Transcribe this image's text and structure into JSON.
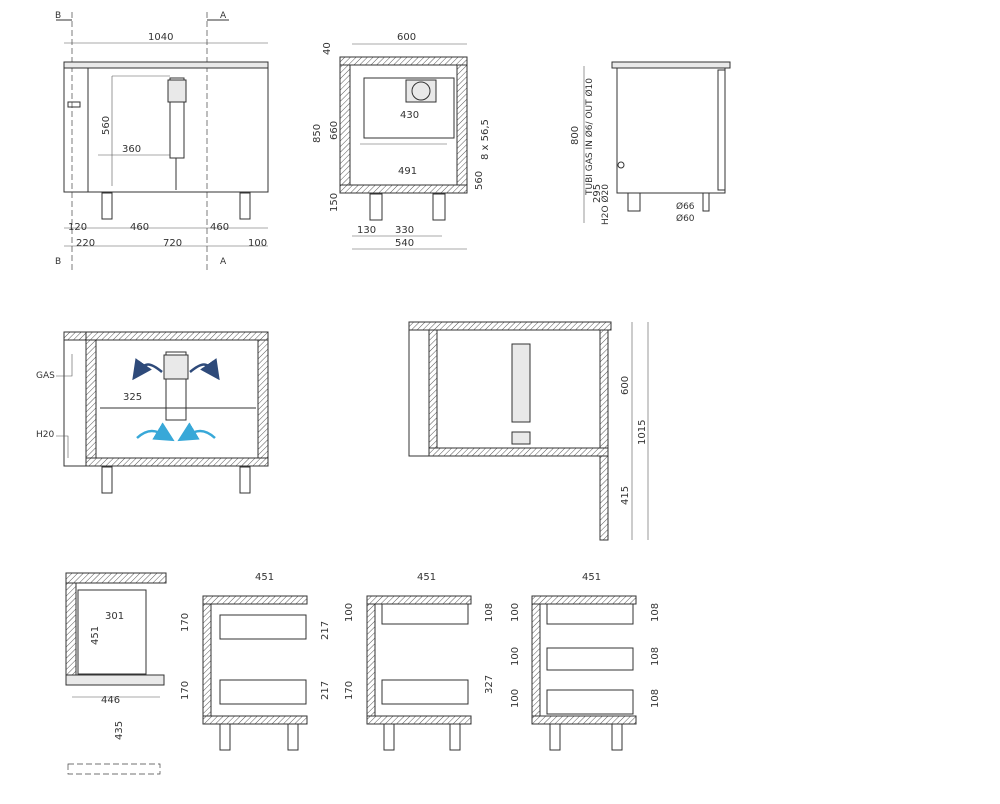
{
  "sections": {
    "a": "A",
    "b": "B"
  },
  "front": {
    "width": "1040",
    "depth": "560",
    "shelf": "360",
    "leg_h": "120",
    "leg1": "460",
    "leg2": "460",
    "b1": "220",
    "b2": "720",
    "b3": "100"
  },
  "side": {
    "width": "600",
    "top": "40",
    "h1": "850",
    "h2": "660",
    "unit": "430",
    "shelves": "8 x 56,5",
    "inner_h": "560",
    "inner_w": "491",
    "base": "150",
    "legsp": "130",
    "legsp2": "330",
    "total": "540"
  },
  "back": {
    "h": "800",
    "gas": "TUBI GAS IN Ø6/ OUT Ø10",
    "water": "H2O Ø20",
    "wh": "295",
    "d1": "Ø66",
    "d2": "Ø60"
  },
  "airflow": {
    "gas": "GAS",
    "water": "H20",
    "shelf_w": "325"
  },
  "plan": {
    "h1": "600",
    "h2": "415",
    "total": "1015"
  },
  "drawers": {
    "w1": "301",
    "h1": "451",
    "base_w": "446",
    "clear": "435",
    "opt_w": "451",
    "d2": {
      "a": "170",
      "b": "217",
      "c": "170",
      "d": "217"
    },
    "d3": {
      "a": "100",
      "b": "108",
      "c": "327",
      "d": "170"
    },
    "d4": {
      "a": "100",
      "b": "108",
      "c": "100",
      "d": "108",
      "e": "100",
      "f": "108"
    }
  }
}
